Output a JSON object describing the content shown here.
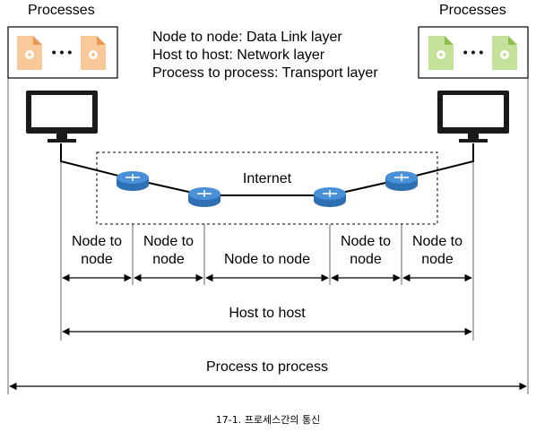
{
  "processes_left_label": "Processes",
  "processes_right_label": "Processes",
  "process_ellipsis": "• • •",
  "legend": {
    "line1": "Node to node: Data Link layer",
    "line2": "Host to host: Network layer",
    "line3": "Process to process: Transport layer"
  },
  "internet_label": "Internet",
  "segments": {
    "seg1": "Node to node",
    "seg2": "Node to node",
    "seg3": "Node to node",
    "seg4": "Node to node",
    "seg5": "Node to node"
  },
  "host_to_host_label": "Host to host",
  "process_to_process_label": "Process to process",
  "caption": "17-1. 프로세스간의 통신",
  "colors": {
    "left_doc": "#f9c99a",
    "left_doc_fold": "#e89a55",
    "right_doc": "#c5e29a",
    "right_doc_fold": "#8fbf4e",
    "router_top": "#4a90d9",
    "router_side": "#2f6fb3",
    "monitor": "#1a1a1a"
  }
}
